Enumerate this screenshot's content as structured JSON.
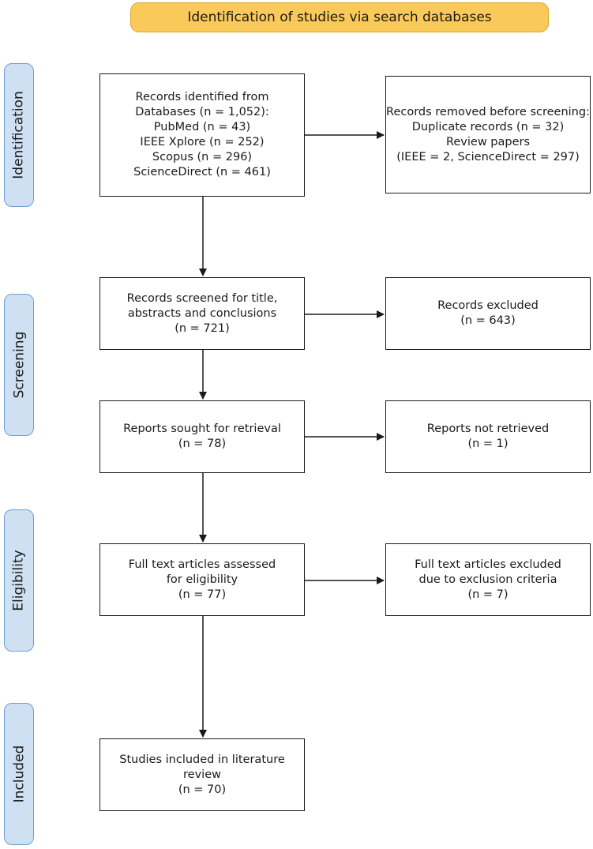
{
  "header": {
    "title": "Identification of studies via search databases"
  },
  "phases": {
    "identification": "Identification",
    "screening": "Screening",
    "eligibility": "Eligibility",
    "included": "Included"
  },
  "boxes": {
    "records_identified": [
      "Records identified from",
      "Databases (n = 1,052):",
      "PubMed (n = 43)",
      "IEEE Xplore (n = 252)",
      "Scopus (n = 296)",
      "ScienceDirect (n = 461)"
    ],
    "records_removed": [
      "Records removed before screening:",
      "Duplicate records (n = 32)",
      "Review papers",
      "(IEEE = 2, ScienceDirect = 297)"
    ],
    "records_screened": [
      "Records screened for title,",
      "abstracts and conclusions",
      "(n = 721)"
    ],
    "records_excluded": [
      "Records excluded",
      "(n = 643)"
    ],
    "reports_sought": [
      "Reports sought for retrieval",
      "(n = 78)"
    ],
    "reports_not_retrieved": [
      "Reports not retrieved",
      "(n = 1)"
    ],
    "full_text_assessed": [
      "Full text articles assessed",
      "for eligibility",
      "(n = 77)"
    ],
    "full_text_excluded": [
      "Full text articles excluded",
      "due to exclusion criteria",
      "(n = 7)"
    ],
    "studies_included": [
      "Studies included in literature",
      "review",
      "(n = 70)"
    ]
  },
  "colors": {
    "header_fill": "#f9c95a",
    "header_border": "#d9a629",
    "phase_fill": "#cfe0f2",
    "phase_border": "#6d9fd3",
    "line": "#1a1a1a"
  }
}
